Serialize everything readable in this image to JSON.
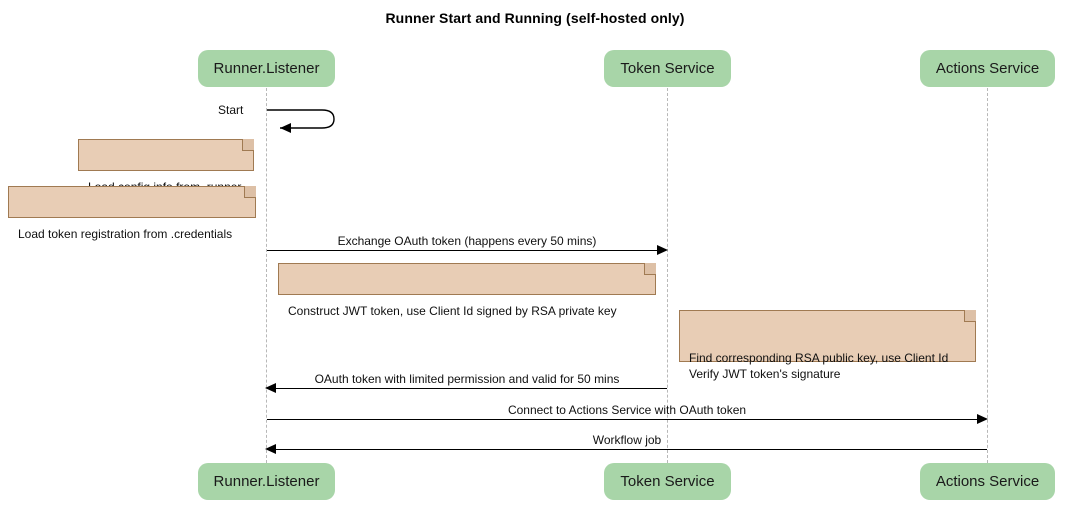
{
  "diagram": {
    "type": "sequence-diagram",
    "title": "Runner Start and Running (self-hosted only)",
    "participants": [
      {
        "id": "runner",
        "label": "Runner.Listener"
      },
      {
        "id": "token",
        "label": "Token Service"
      },
      {
        "id": "actions",
        "label": "Actions Service"
      }
    ],
    "notes": [
      {
        "id": "note-config",
        "text": "Load config info from .runner"
      },
      {
        "id": "note-credentials",
        "text": "Load token registration from .credentials"
      },
      {
        "id": "note-jwt",
        "text": "Construct JWT token, use Client Id signed by RSA private key"
      },
      {
        "id": "note-verify",
        "text": "Find corresponding RSA public key, use Client Id\nVerify JWT token's signature"
      }
    ],
    "messages": [
      {
        "id": "msg-start",
        "label": "Start",
        "from": "runner",
        "to": "runner",
        "kind": "self"
      },
      {
        "id": "msg-exchange",
        "label": "Exchange OAuth token (happens every 50 mins)",
        "from": "runner",
        "to": "token",
        "direction": "right"
      },
      {
        "id": "msg-oauth-token",
        "label": "OAuth token with limited permission and valid for 50 mins",
        "from": "token",
        "to": "runner",
        "direction": "left"
      },
      {
        "id": "msg-connect",
        "label": "Connect to Actions Service with OAuth token",
        "from": "runner",
        "to": "actions",
        "direction": "right"
      },
      {
        "id": "msg-workflow",
        "label": "Workflow job",
        "from": "actions",
        "to": "runner",
        "direction": "left"
      }
    ],
    "colors": {
      "participant_fill": "#a8d5a8",
      "note_fill": "#e8cdb5",
      "note_border": "#a07a52",
      "lifeline": "#b8b8b8",
      "line": "#000000",
      "background": "#ffffff"
    }
  }
}
